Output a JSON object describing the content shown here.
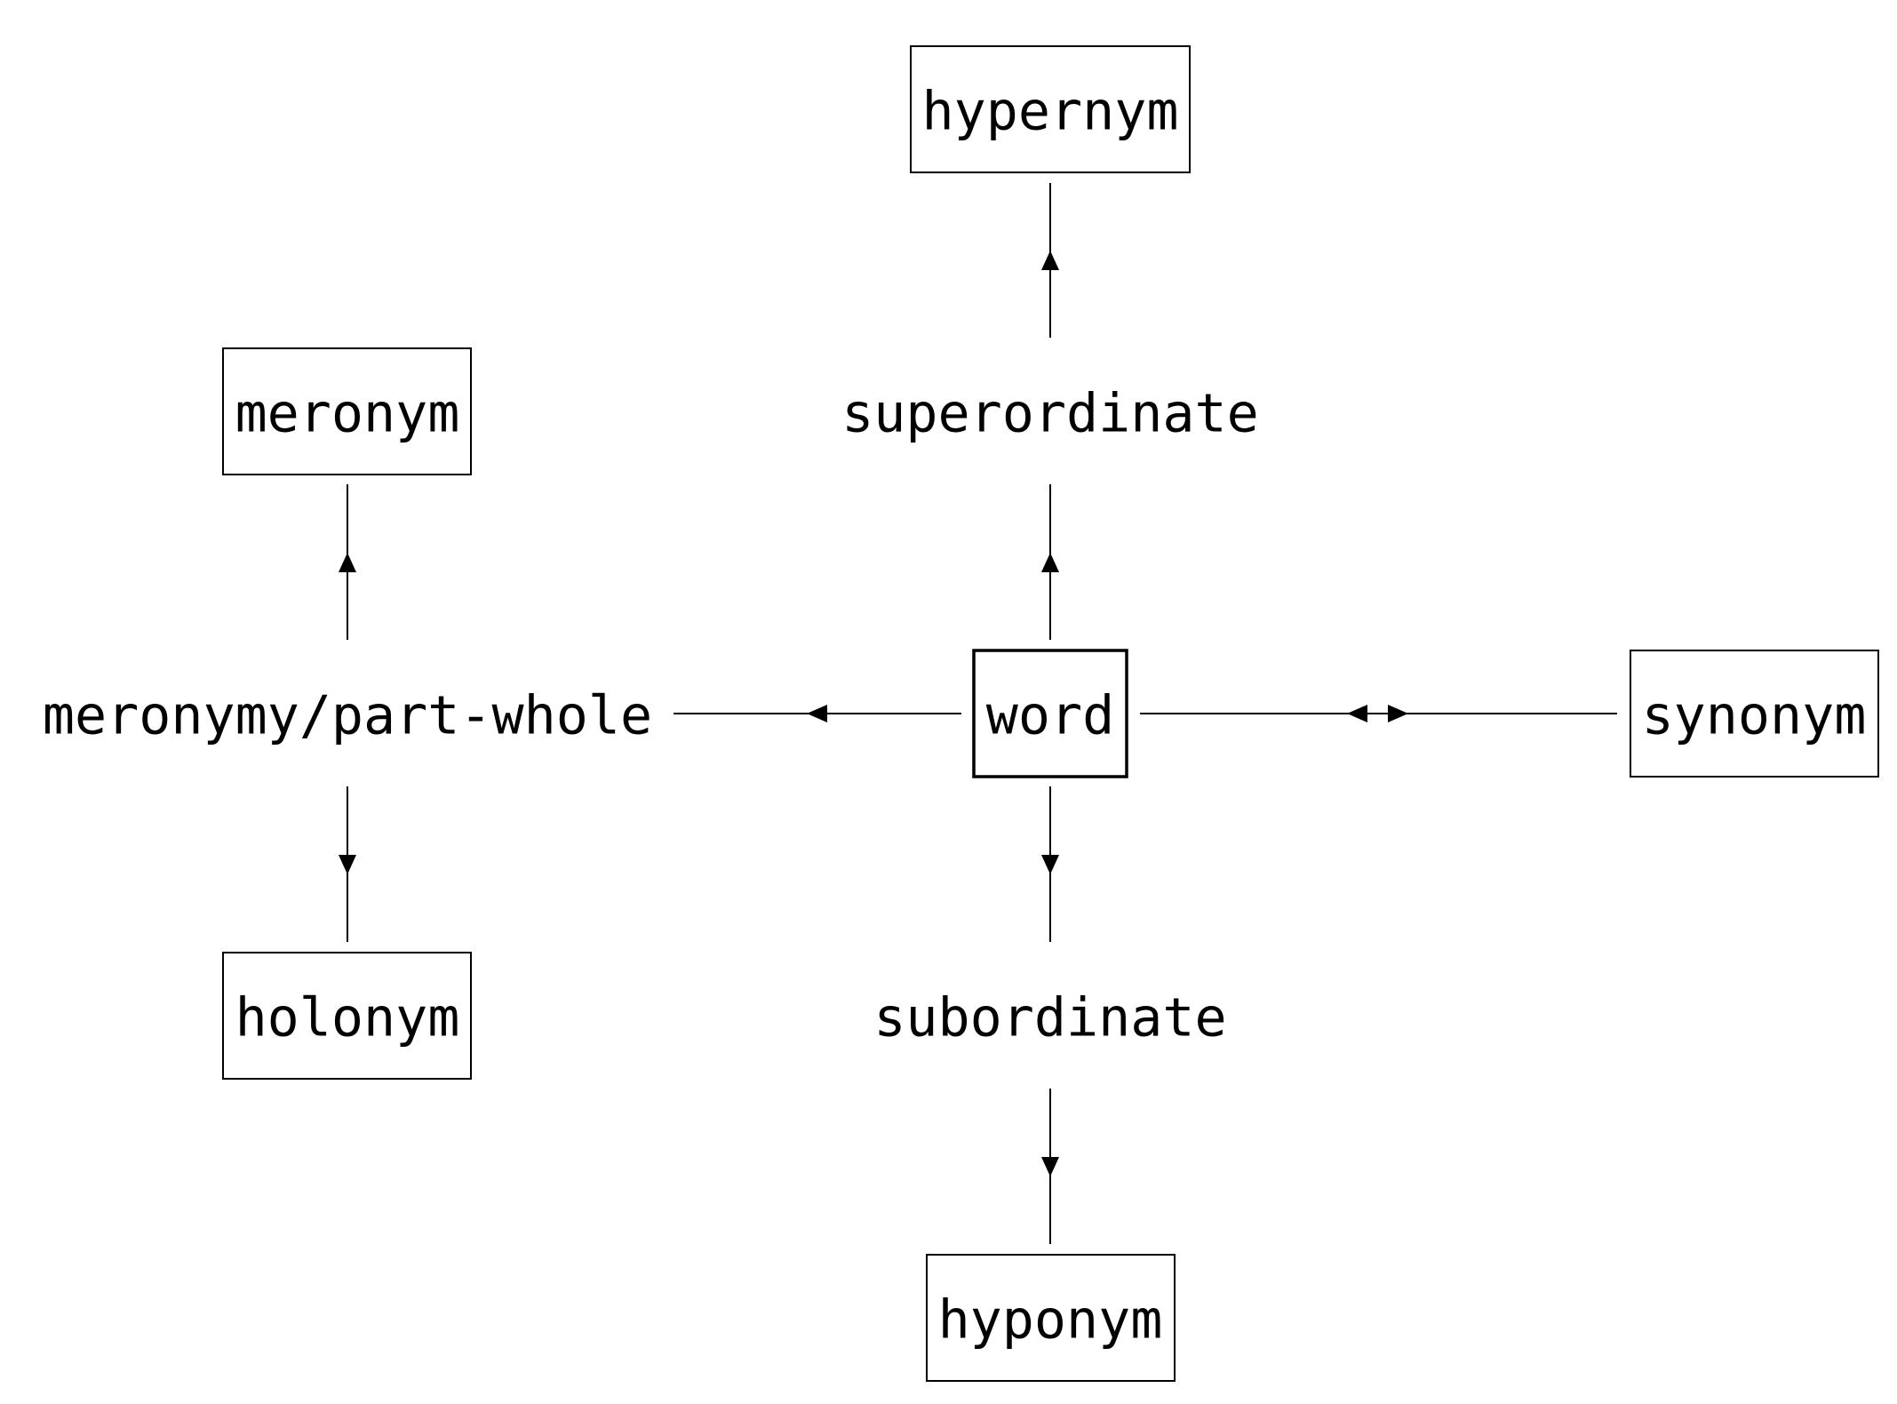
{
  "nodes": {
    "hypernym": "hypernym",
    "superordinate": "superordinate",
    "meronym": "meronym",
    "meronymy": "meronymy/part-whole",
    "word": "word",
    "synonym": "synonym",
    "holonym": "holonym",
    "subordinate": "subordinate",
    "hyponym": "hyponym"
  },
  "edges": [
    {
      "from": "word",
      "to": "superordinate",
      "direction": "forward"
    },
    {
      "from": "superordinate",
      "to": "hypernym",
      "direction": "forward"
    },
    {
      "from": "word",
      "to": "subordinate",
      "direction": "forward"
    },
    {
      "from": "subordinate",
      "to": "hyponym",
      "direction": "forward"
    },
    {
      "from": "word",
      "to": "meronymy",
      "direction": "forward"
    },
    {
      "from": "meronymy",
      "to": "meronym",
      "direction": "forward"
    },
    {
      "from": "meronymy",
      "to": "holonym",
      "direction": "forward"
    },
    {
      "from": "word",
      "to": "synonym",
      "direction": "both"
    }
  ],
  "colors": {
    "ink": "#000000",
    "background": "#ffffff"
  }
}
